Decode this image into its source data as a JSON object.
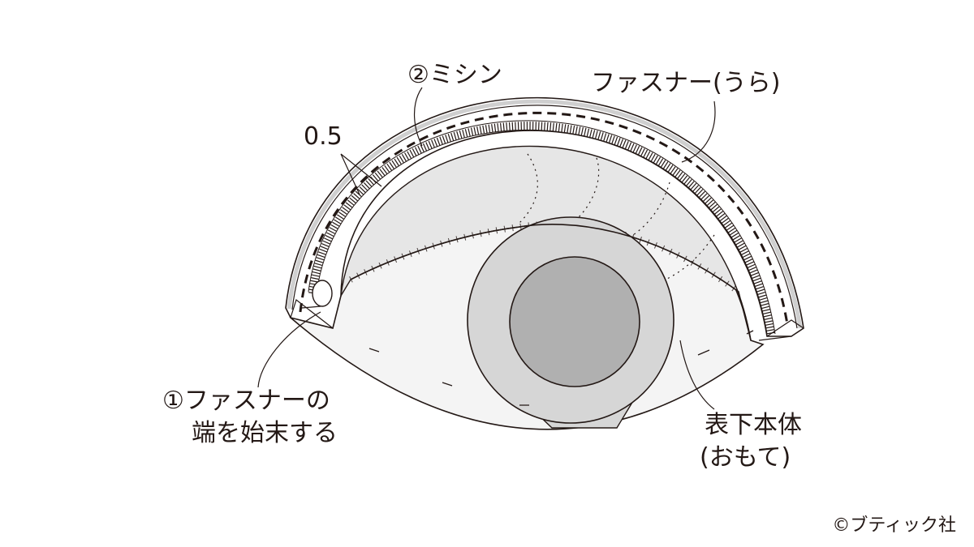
{
  "labels": {
    "sewing": "②ミシン",
    "zipper_back": "ファスナー(うら)",
    "margin": "0.5",
    "zipper_end_line1": "①ファスナーの",
    "zipper_end_line2": "端を始末する",
    "body_line1": "表下本体",
    "body_line2": "(おもて)"
  },
  "copyright": "©ブティック社",
  "colors": {
    "line": "#231815",
    "light_fill": "#f4f4f4",
    "lid_fill": "#e6e6e6",
    "iris_fill": "#d6d6d6",
    "pupil_fill": "#b0b0b0"
  }
}
